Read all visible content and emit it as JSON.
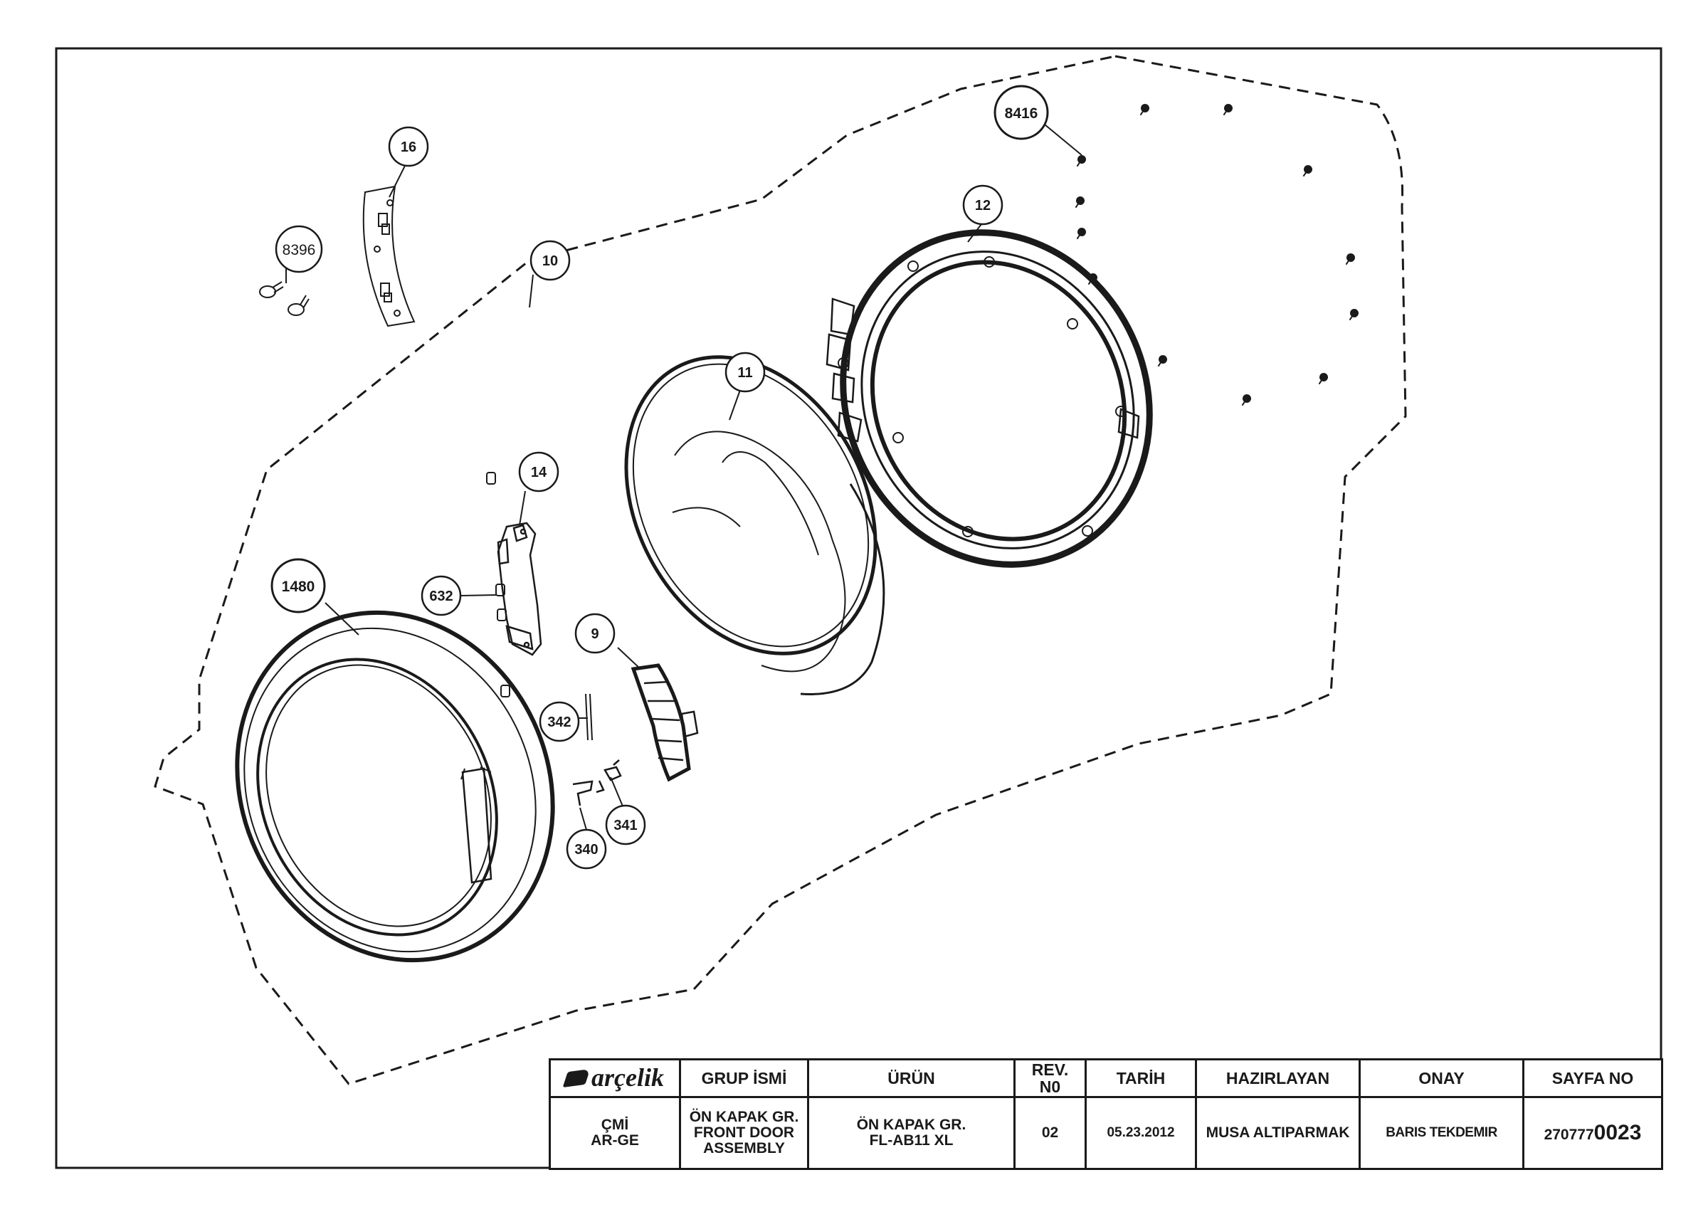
{
  "callouts": [
    {
      "id": "c-8416",
      "label": "8416"
    },
    {
      "id": "c-16",
      "label": "16"
    },
    {
      "id": "c-8396",
      "label": "8396"
    },
    {
      "id": "c-10",
      "label": "10"
    },
    {
      "id": "c-12",
      "label": "12"
    },
    {
      "id": "c-11",
      "label": "11"
    },
    {
      "id": "c-14",
      "label": "14"
    },
    {
      "id": "c-1480",
      "label": "1480"
    },
    {
      "id": "c-632",
      "label": "632"
    },
    {
      "id": "c-9",
      "label": "9"
    },
    {
      "id": "c-342",
      "label": "342"
    },
    {
      "id": "c-341",
      "label": "341"
    },
    {
      "id": "c-340",
      "label": "340"
    }
  ],
  "title_block": {
    "logo_text": "arçelik",
    "headers": {
      "grup_ismi": "GRUP İSMİ",
      "urun": "ÜRÜN",
      "rev_no": "REV.\nN0",
      "tarih": "TARİH",
      "hazirlayan": "HAZIRLAYAN",
      "onay": "ONAY",
      "sayfa_no": "SAYFA NO"
    },
    "values": {
      "department": "ÇMİ\nAR-GE",
      "grup_ismi": "ÖN KAPAK GR.\nFRONT DOOR\nASSEMBLY",
      "urun": "ÖN KAPAK GR.\nFL-AB11 XL",
      "rev_no": "02",
      "tarih": "05.23.2012",
      "hazirlayan": "MUSA ALTIPARMAK",
      "onay": "BARIS TEKDEMIR",
      "sayfa_no_prefix": "270777",
      "sayfa_no_suffix": "0023"
    }
  },
  "colors": {
    "ink": "#1a1a1a",
    "paper": "#ffffff"
  }
}
